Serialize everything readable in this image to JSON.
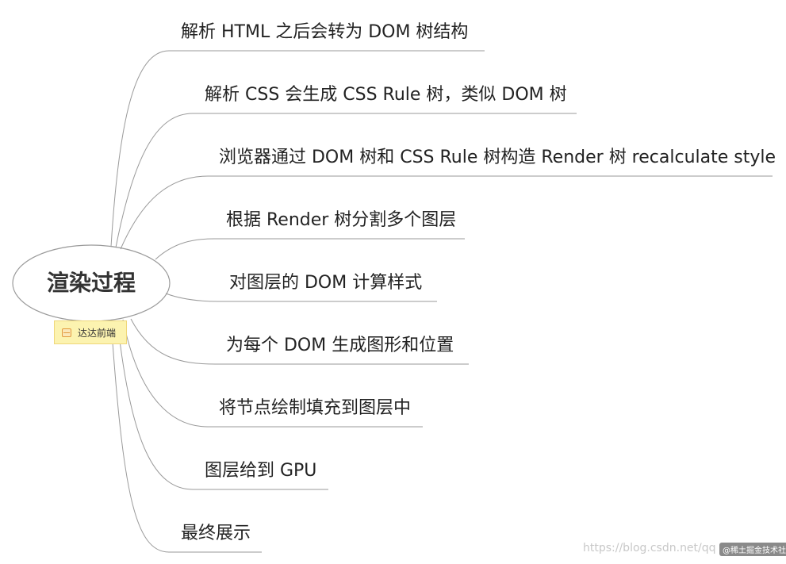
{
  "root": {
    "label": "渲染过程"
  },
  "author_tag": {
    "label": "达达前端",
    "icon": "note-icon"
  },
  "branches": [
    {
      "label": "解析 HTML 之后会转为 DOM 树结构"
    },
    {
      "label": "解析 CSS 会生成 CSS Rule 树，类似 DOM 树"
    },
    {
      "label": "浏览器通过 DOM 树和 CSS Rule 树构造 Render 树 recalculate style"
    },
    {
      "label": "根据 Render 树分割多个图层"
    },
    {
      "label": "对图层的 DOM 计算样式"
    },
    {
      "label": "为每个 DOM 生成图形和位置"
    },
    {
      "label": "将节点绘制填充到图层中"
    },
    {
      "label": "图层给到 GPU"
    },
    {
      "label": "最终展示"
    }
  ],
  "watermark": {
    "url": "https://blog.csdn.net/qq",
    "badge": "@稀土掘金技术社区"
  },
  "colors": {
    "line": "#9a9a9a",
    "tag_background": "#fcf3b0"
  }
}
